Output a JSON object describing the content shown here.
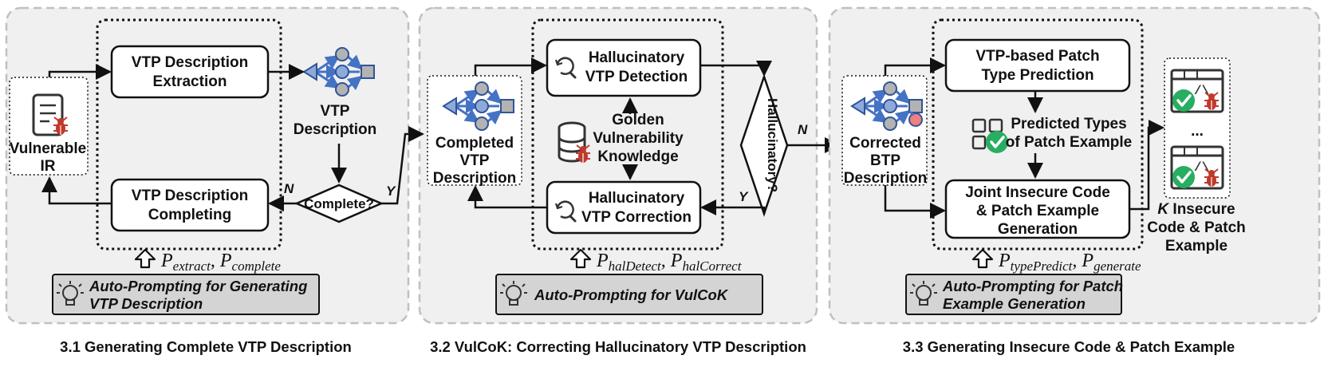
{
  "panels": {
    "p1": {
      "caption": "3.1 Generating Complete VTP Description",
      "input_label": [
        "Vulnerable",
        "IR"
      ],
      "extract_box": [
        "VTP Description",
        "Extraction"
      ],
      "output_label": [
        "VTP",
        "Description"
      ],
      "decision": "Complete?",
      "yes": "Y",
      "no": "N",
      "complete_box": [
        "VTP Description",
        "Completing"
      ],
      "prompt_vars": {
        "a_main": "P",
        "a_sub": "extract",
        "sep": ", ",
        "b_main": "P",
        "b_sub": "complete"
      },
      "auto_prompt": [
        "Auto-Prompting for Generating",
        "VTP Description"
      ]
    },
    "p2": {
      "caption": "3.2 VulCoK: Correcting Hallucinatory VTP Description",
      "input_label": [
        "Completed",
        "VTP",
        "Description"
      ],
      "detect_box": [
        "Hallucinatory",
        "VTP Detection"
      ],
      "knowledge": [
        "Golden",
        "Vulnerability",
        "Knowledge"
      ],
      "correct_box": [
        "Hallucinatory",
        "VTP Correction"
      ],
      "decision": "Hallucinatory?",
      "yes": "Y",
      "no": "N",
      "prompt_vars": {
        "a_main": "P",
        "a_sub": "halDetect",
        "sep": ", ",
        "b_main": "P",
        "b_sub": "halCorrect"
      },
      "auto_prompt": [
        "Auto-Prompting for VulCoK"
      ]
    },
    "p3": {
      "caption": "3.3 Generating Insecure Code & Patch Example",
      "input_label": [
        "Corrected",
        "BTP",
        "Description"
      ],
      "predict_box": [
        "VTP-based Patch",
        "Type Prediction"
      ],
      "types_label": [
        "Predicted Types",
        "of Patch Example"
      ],
      "generate_box": [
        "Joint Insecure Code",
        "& Patch Example",
        "Generation"
      ],
      "ellipsis": "...",
      "output_k": "K",
      "output_label": [
        " Insecure",
        "Code & Patch",
        "Example"
      ],
      "prompt_vars": {
        "a_main": "P",
        "a_sub": "typePredict",
        "sep": ", ",
        "b_main": "P",
        "b_sub": "generate"
      },
      "auto_prompt": [
        "Auto-Prompting for Patch",
        "Example Generation"
      ]
    }
  },
  "icons": [
    "document-bug-icon",
    "graph-icon",
    "database-bug-icon",
    "search-refresh-icon",
    "grid-check-icon",
    "code-window-icon",
    "lightbulb-icon"
  ],
  "colors": {
    "panel_bg": "#f0f0f0",
    "panel_border": "#c0c0c0",
    "node_blue": "#4472c4",
    "node_gray": "#b3b3b3",
    "check_green": "#27ae60",
    "bug_red": "#c0392b",
    "node_pink": "#f08080"
  }
}
